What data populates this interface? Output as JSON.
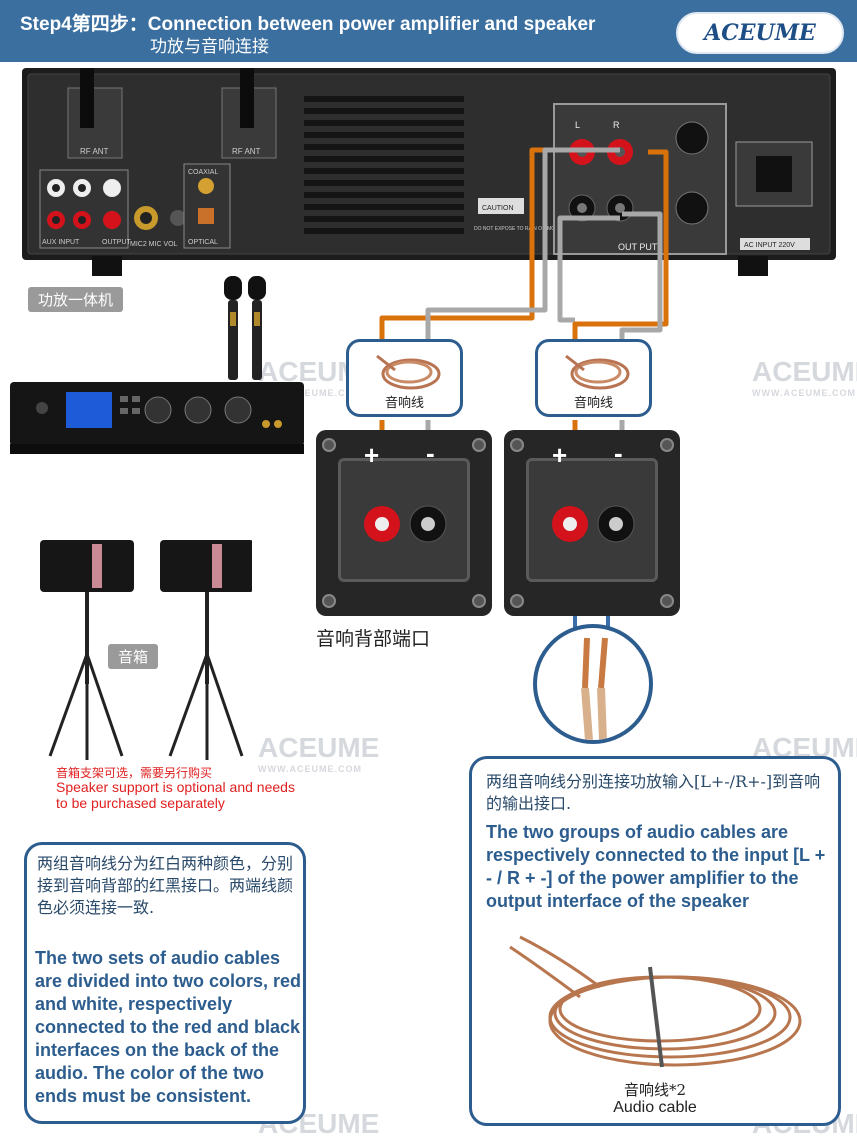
{
  "header": {
    "title_en": "Step4第四步：Connection between power amplifier and speaker",
    "title_cn": "功放与音响连接",
    "logo": "ACEUME"
  },
  "amp_rear": {
    "rf_ant_1": "RF ANT",
    "rf_ant_2": "RF ANT",
    "coaxial": "COAXIAL",
    "aux_input": "AUX INPUT",
    "output": "OUTPUT",
    "mic": "MIC2  MIC VOL",
    "optical": "OPTICAL",
    "caution": "CAUTION",
    "warning": "DO NOT EXPOSE TO RAIN OR MOISTURE",
    "output_label": "OUT PUT",
    "ac_input": "AC INPUT 220V",
    "l": "L",
    "r": "R"
  },
  "labels": {
    "amp_all_in_one": "功放一体机",
    "speaker_cable_1": "音响线",
    "speaker_cable_2": "音响线",
    "speaker_back_port": "音响背部端口",
    "speaker": "音箱",
    "plus": "+",
    "minus": "-",
    "stand_cn": "音箱支架可选，需要另行购买",
    "stand_en": "Speaker support is optional and needs to be purchased separately",
    "cable_qty_cn": "音响线*2",
    "cable_qty_en": "Audio cable"
  },
  "note_left": {
    "cn": "两组音响线分为红白两种颜色，分别接到音响背部的红黑接口。两端线颜色必须连接一致.",
    "en": "The two sets of audio cables are divided into two colors, red and white, respectively connected to the red and black interfaces on the back of the audio. The color of the two ends must be consistent."
  },
  "note_right": {
    "cn": "两组音响线分别连接功放输入[L+-/R+-]到音响的输出接口.",
    "en": "The two groups of audio cables are respectively connected to the input [L + - / R + -] of the power amplifier to the output interface of the speaker"
  },
  "watermark": {
    "brand": "ACEUME",
    "url": "WWW.ACEUME.COM"
  },
  "colors": {
    "header": "#3a6fa0",
    "frame": "#2c5d8e",
    "orange_wire": "#d9720b",
    "gray_wire": "#a8a8a8",
    "arrow": "#3b6ea8",
    "red_terminal": "#d4121c"
  }
}
